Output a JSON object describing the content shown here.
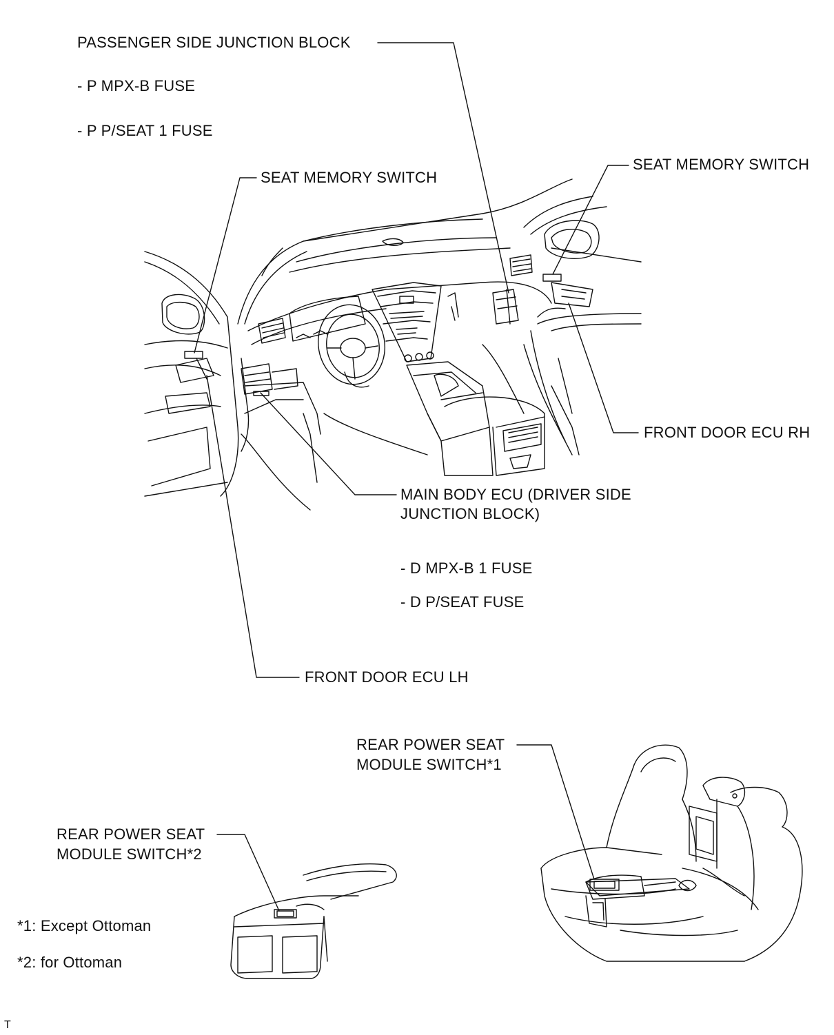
{
  "labels": {
    "passenger_jb": "PASSENGER SIDE JUNCTION BLOCK",
    "p_mpx_b_fuse": "- P MPX-B FUSE",
    "p_pseat_fuse": "- P P/SEAT 1 FUSE",
    "seat_memory_left": "SEAT MEMORY SWITCH",
    "seat_memory_right": "SEAT MEMORY SWITCH",
    "front_door_ecu_rh": "FRONT DOOR ECU RH",
    "main_body_ecu_line1": "MAIN BODY ECU (DRIVER SIDE",
    "main_body_ecu_line2": "JUNCTION BLOCK)",
    "d_mpx_b_fuse": "- D MPX-B 1 FUSE",
    "d_pseat_fuse": "- D P/SEAT FUSE",
    "front_door_ecu_lh": "FRONT DOOR ECU LH",
    "rear_switch_1_line1": "REAR POWER SEAT",
    "rear_switch_1_line2": "MODULE SWITCH*1",
    "rear_switch_2_line1": "REAR POWER SEAT",
    "rear_switch_2_line2": "MODULE SWITCH*2",
    "note_1": "*1: Except Ottoman",
    "note_2": "*2: for Ottoman",
    "corner_mark": "T"
  },
  "colors": {
    "line": "#111111",
    "background": "#ffffff"
  }
}
